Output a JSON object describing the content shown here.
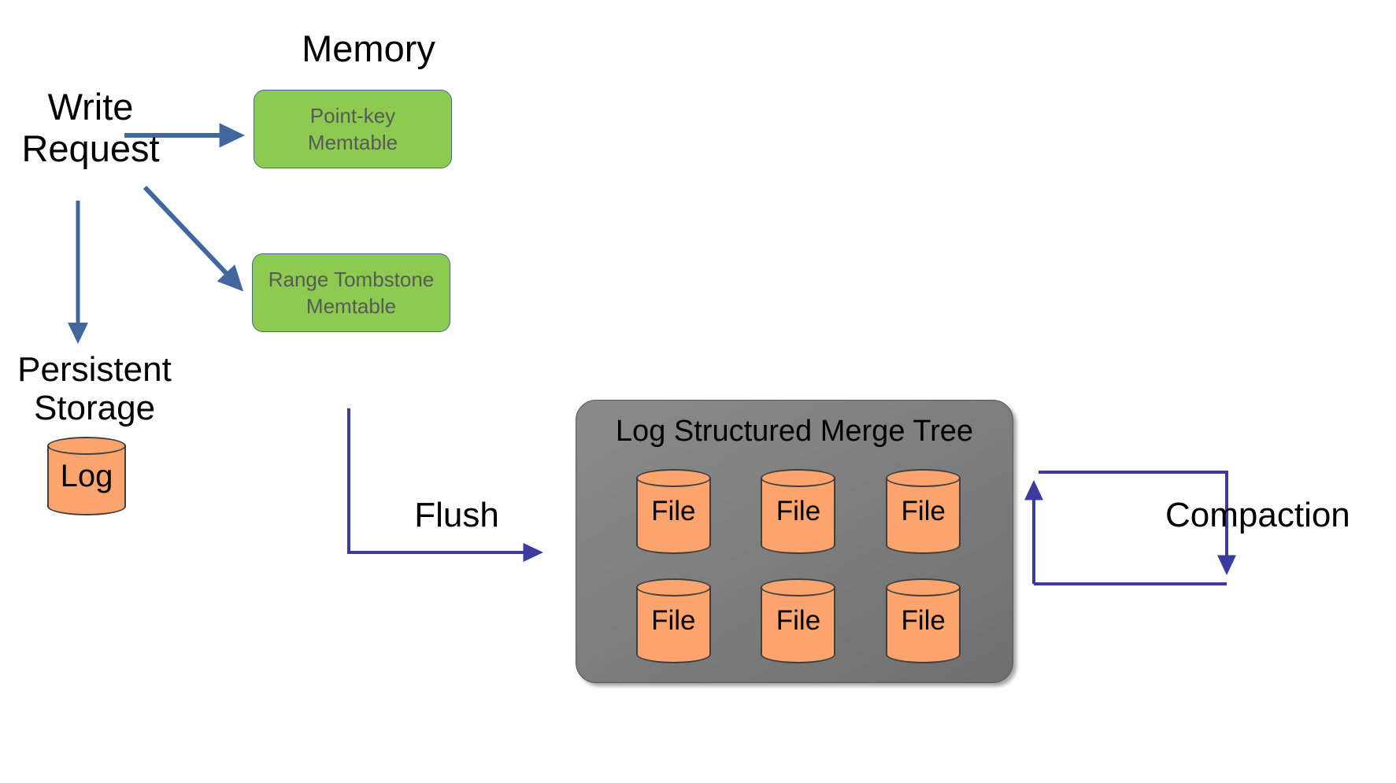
{
  "diagram": {
    "title_labels": {
      "memory": "Memory",
      "write_request": "Write\nRequest",
      "persistent_storage": "Persistent\nStorage",
      "lsm_tree": "Log Structured Merge Tree"
    },
    "memtables": [
      {
        "id": "point-key-memtable",
        "label": "Point-key\nMemtable",
        "fill": "#8CCB50",
        "stroke": "#41679E"
      },
      {
        "id": "range-tombstone-memtable",
        "label": "Range Tombstone\nMemtable",
        "fill": "#8CCB50",
        "stroke": "#41679E"
      }
    ],
    "storage": {
      "log_cylinder_label": "Log",
      "cylinder_fill": "#FBA46E",
      "cylinder_stroke": "#3F3F3F"
    },
    "lsm": {
      "title": "Log Structured Merge Tree",
      "container_fill": "#7F7F7F",
      "files": [
        {
          "label": "File"
        },
        {
          "label": "File"
        },
        {
          "label": "File"
        },
        {
          "label": "File"
        },
        {
          "label": "File"
        },
        {
          "label": "File"
        }
      ]
    },
    "arrows": [
      {
        "name": "write-to-point-key-memtable",
        "label": "",
        "color": "#41679E",
        "style": "thick-straight"
      },
      {
        "name": "write-to-range-tombstone-memtable",
        "label": "",
        "color": "#41679E",
        "style": "thick-diagonal"
      },
      {
        "name": "write-to-persistent-storage",
        "label": "",
        "color": "#41679E",
        "style": "thick-vertical"
      },
      {
        "name": "flush-arrow",
        "label": "Flush",
        "color": "#3B3BA0",
        "style": "elbow-right"
      },
      {
        "name": "compaction-arrow",
        "label": "Compaction",
        "color": "#3B3BA0",
        "style": "loop"
      }
    ],
    "edge_labels": {
      "flush": "Flush",
      "compaction": "Compaction"
    },
    "colors": {
      "memtable_green": "#8CCB50",
      "memtable_border_blue": "#41679E",
      "cylinder_orange": "#FBA46E",
      "lsm_gray": "#7F7F7F",
      "arrow_blue_thick": "#41679E",
      "arrow_navy_thin": "#3B3BA0",
      "text_black": "#000000",
      "memtable_text_gray": "#595959"
    }
  }
}
